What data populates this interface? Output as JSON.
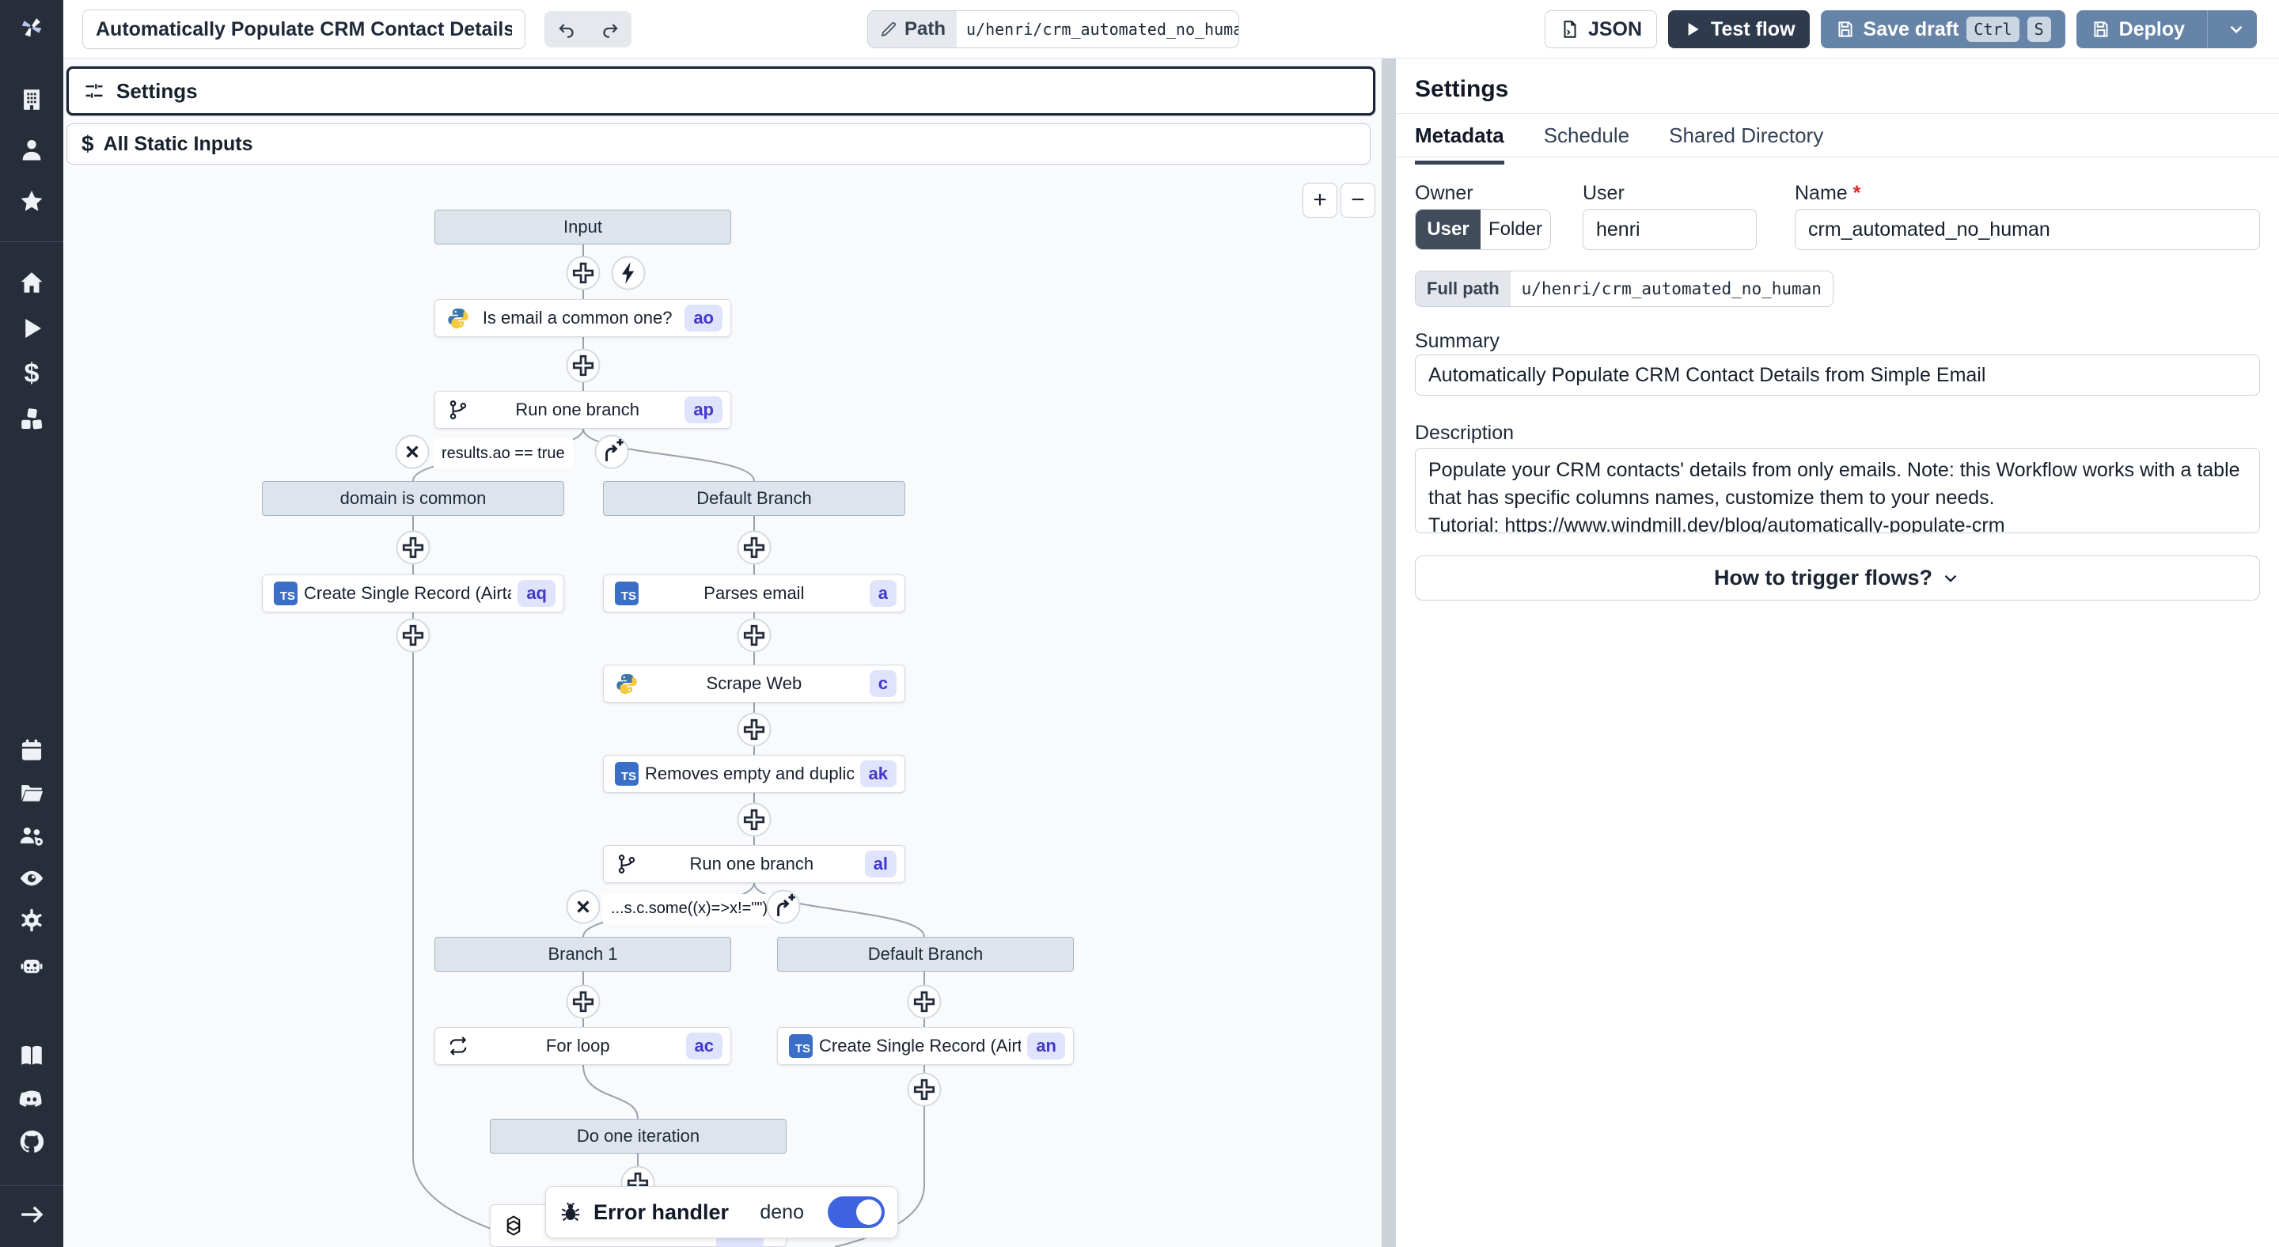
{
  "topbar": {
    "title_value": "Automatically Populate CRM Contact Details from",
    "path_label": "Path",
    "path_value": "u/henri/crm_automated_no_human",
    "json_button": "JSON",
    "test_flow_button": "Test flow",
    "save_draft_button": "Save draft",
    "shortcut_ctrl": "Ctrl",
    "shortcut_s": "S",
    "deploy_button": "Deploy"
  },
  "sidebar": {
    "icons": [
      "workspace",
      "user",
      "favorites",
      "home",
      "runs",
      "variables",
      "resources",
      "schedules",
      "folders",
      "groups",
      "audit-logs",
      "settings",
      "ai",
      "docs",
      "discord",
      "github",
      "expand"
    ]
  },
  "canvas": {
    "settings_box": "Settings",
    "static_inputs_box": "All Static Inputs",
    "zoom_in": "+",
    "zoom_out": "−"
  },
  "flow": {
    "condition_1": "results.ao == true",
    "condition_2": "...s.c.some((x)=>x!=\"\")",
    "error_handler": {
      "label": "Error handler",
      "lang": "deno"
    },
    "nodes": [
      {
        "label": "Input",
        "badge": "",
        "icon": ""
      },
      {
        "label": "Is email a common one?",
        "badge": "ao",
        "icon": "python"
      },
      {
        "label": "Run one branch",
        "badge": "ap",
        "icon": "git-branch"
      },
      {
        "label": "domain is common",
        "badge": "",
        "icon": ""
      },
      {
        "label": "Default Branch",
        "badge": "",
        "icon": ""
      },
      {
        "label": "Create Single Record (Airtable)",
        "badge": "aq",
        "icon": "typescript"
      },
      {
        "label": "Parses email",
        "badge": "a",
        "icon": "typescript"
      },
      {
        "label": "Scrape Web",
        "badge": "c",
        "icon": "python"
      },
      {
        "label": "Removes empty and duplicates",
        "badge": "ak",
        "icon": "typescript"
      },
      {
        "label": "Run one branch",
        "badge": "al",
        "icon": "git-branch"
      },
      {
        "label": "Branch 1",
        "badge": "",
        "icon": ""
      },
      {
        "label": "Default Branch",
        "badge": "",
        "icon": ""
      },
      {
        "label": "For loop",
        "badge": "ac",
        "icon": "for-loop"
      },
      {
        "label": "Create Single Record (Airtable)",
        "badge": "an",
        "icon": "typescript"
      },
      {
        "label": "Do one iteration",
        "badge": "",
        "icon": ""
      },
      {
        "label": "",
        "badge": "",
        "icon": "openai"
      }
    ]
  },
  "panel": {
    "title": "Settings",
    "tabs": [
      "Metadata",
      "Schedule",
      "Shared Directory"
    ],
    "owner_label": "Owner",
    "owner_user": "User",
    "owner_folder": "Folder",
    "user_label": "User",
    "user_value": "henri",
    "name_label": "Name",
    "required_mark": "*",
    "name_value": "crm_automated_no_human",
    "full_path_label": "Full path",
    "full_path_value": "u/henri/crm_automated_no_human",
    "summary_label": "Summary",
    "summary_value": "Automatically Populate CRM Contact Details from Simple Email",
    "description_label": "Description",
    "description_value": "Populate your CRM contacts' details from only emails. Note: this Workflow works with a table that has specific columns names, customize them to your needs.\nTutorial: https://www.windmill.dev/blog/automatically-populate-crm",
    "trigger_button": "How to trigger flows?"
  }
}
